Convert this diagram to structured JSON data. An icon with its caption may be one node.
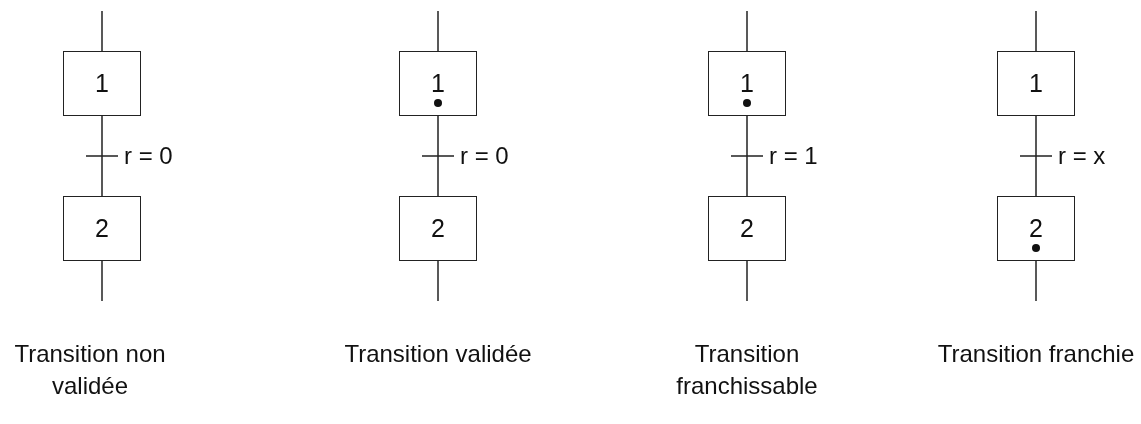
{
  "diagram": {
    "nodes": [
      {
        "text": [
          "1"
        ]
      },
      {
        "text": [
          "2"
        ]
      },
      {
        "text": [
          "1"
        ]
      },
      {
        "text": [],
        "shape": "circle",
        "in": 2
      },
      {
        "text": [
          "2"
        ]
      },
      {
        "text": [
          "1"
        ]
      },
      {
        "text": [],
        "shape": "circle",
        "in": 5
      },
      {
        "text": [
          "2"
        ]
      },
      {
        "text": [
          "1"
        ]
      },
      {
        "text": [
          "2"
        ]
      },
      {
        "text": [],
        "shape": "circle",
        "in": 9
      }
    ],
    "edges": [
      {
        "from": null,
        "to": 0,
        "arrow": "none"
      },
      {
        "from": 0,
        "to": 1,
        "arrow": "none",
        "label": "r = 0"
      },
      {
        "from": 1,
        "to": null,
        "arrow": "none"
      },
      {
        "from": null,
        "to": 2,
        "arrow": "none"
      },
      {
        "from": 2,
        "to": 4,
        "arrow": "none",
        "label": "r = 0"
      },
      {
        "from": 4,
        "to": null,
        "arrow": "none"
      },
      {
        "from": null,
        "to": 5,
        "arrow": "none"
      },
      {
        "from": 5,
        "to": 7,
        "arrow": "none",
        "label": "r = 1"
      },
      {
        "from": 7,
        "to": null,
        "arrow": "none"
      },
      {
        "from": null,
        "to": 8,
        "arrow": "none"
      },
      {
        "from": 8,
        "to": 9,
        "arrow": "none",
        "label": "r = x"
      },
      {
        "from": 9,
        "to": null,
        "arrow": "none"
      }
    ],
    "labels": [
      "Transition non validée",
      "Transition validée",
      "Transition franchissable",
      "Transition franchie"
    ]
  }
}
